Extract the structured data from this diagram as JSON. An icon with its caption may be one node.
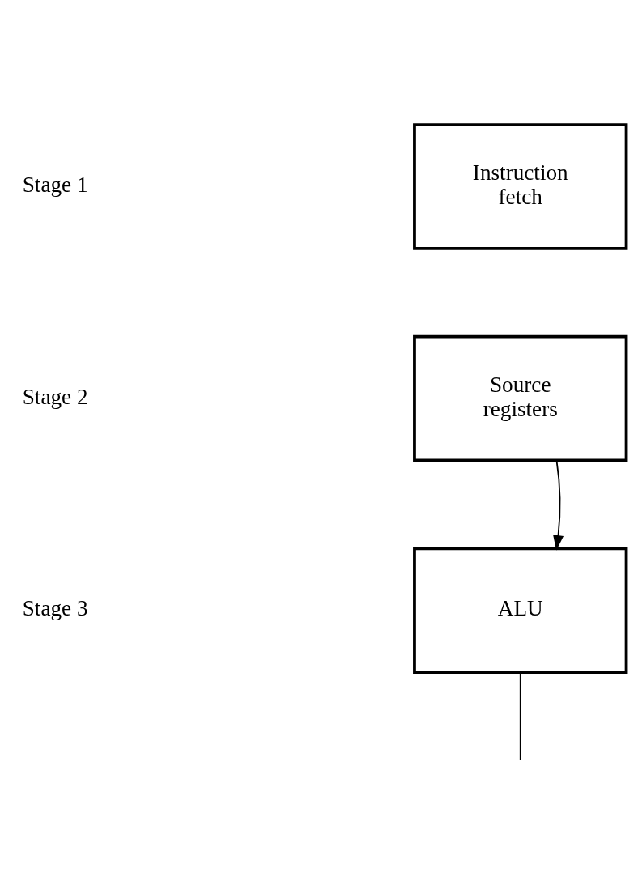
{
  "diagram": {
    "nodes": [
      {
        "text": [
          "Instruction fetch"
        ]
      },
      {
        "text": [
          "Source registers"
        ]
      },
      {
        "text": [
          "ALU"
        ]
      }
    ],
    "edges": [
      {
        "from": 1,
        "to": 2,
        "arrow": "to"
      },
      {
        "from": 2,
        "to": null,
        "arrow": "none"
      }
    ],
    "labels": [
      "Stage 1",
      "Stage 2",
      "Stage 3"
    ]
  }
}
